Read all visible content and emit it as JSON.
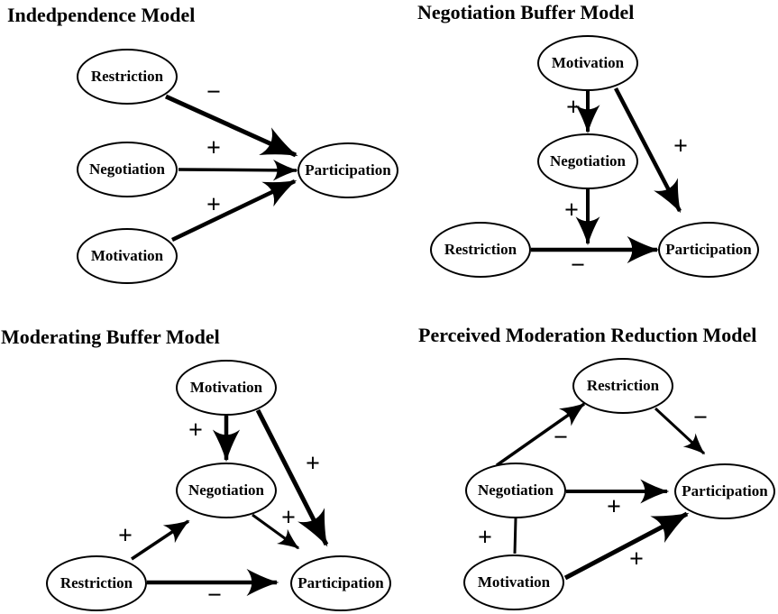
{
  "figure": {
    "background": "#ffffff",
    "line_color": "#000000"
  },
  "panels": [
    {
      "title": "Indedpendence Model",
      "nodes": [
        {
          "label": "Restriction"
        },
        {
          "label": "Negotiation"
        },
        {
          "label": "Motivation"
        },
        {
          "label": "Participation"
        }
      ],
      "edges": [
        {
          "from": "Restriction",
          "to": "Participation",
          "sign": "−",
          "type": "directed"
        },
        {
          "from": "Negotiation",
          "to": "Participation",
          "sign": "+",
          "type": "directed"
        },
        {
          "from": "Motivation",
          "to": "Participation",
          "sign": "+",
          "type": "directed"
        }
      ]
    },
    {
      "title": "Negotiation Buffer Model",
      "nodes": [
        {
          "label": "Motivation"
        },
        {
          "label": "Negotiation"
        },
        {
          "label": "Restriction"
        },
        {
          "label": "Participation"
        }
      ],
      "edges": [
        {
          "from": "Motivation",
          "to": "Negotiation",
          "sign": "+",
          "type": "directed"
        },
        {
          "from": "Motivation",
          "to": "Participation",
          "sign": "+",
          "type": "directed"
        },
        {
          "from": "Negotiation",
          "to": "Restriction-Participation arrow",
          "sign": "+",
          "type": "moderation"
        },
        {
          "from": "Restriction",
          "to": "Participation",
          "sign": "−",
          "type": "directed"
        }
      ]
    },
    {
      "title": "Moderating Buffer Model",
      "nodes": [
        {
          "label": "Motivation"
        },
        {
          "label": "Negotiation"
        },
        {
          "label": "Restriction"
        },
        {
          "label": "Participation"
        }
      ],
      "edges": [
        {
          "from": "Motivation",
          "to": "Negotiation",
          "sign": "+",
          "type": "directed"
        },
        {
          "from": "Motivation",
          "to": "Participation",
          "sign": "+",
          "type": "directed"
        },
        {
          "from": "Negotiation",
          "to": "Participation",
          "sign": "+",
          "type": "directed"
        },
        {
          "from": "Restriction",
          "to": "Negotiation",
          "sign": "+",
          "type": "directed"
        },
        {
          "from": "Restriction",
          "to": "Participation",
          "sign": "−",
          "type": "directed"
        }
      ]
    },
    {
      "title": "Perceived Moderation Reduction Model",
      "nodes": [
        {
          "label": "Restriction"
        },
        {
          "label": "Negotiation"
        },
        {
          "label": "Participation"
        },
        {
          "label": "Motivation"
        }
      ],
      "edges": [
        {
          "from": "Negotiation",
          "to": "Restriction",
          "sign": "−",
          "type": "directed"
        },
        {
          "from": "Restriction",
          "to": "Participation",
          "sign": "−",
          "type": "directed"
        },
        {
          "from": "Negotiation",
          "to": "Participation",
          "sign": "+",
          "type": "directed"
        },
        {
          "from": "Motivation",
          "to": "Participation",
          "sign": "+",
          "type": "directed"
        },
        {
          "from": "Negotiation",
          "to": "Motivation",
          "sign": "+",
          "type": "correlation"
        }
      ]
    }
  ]
}
